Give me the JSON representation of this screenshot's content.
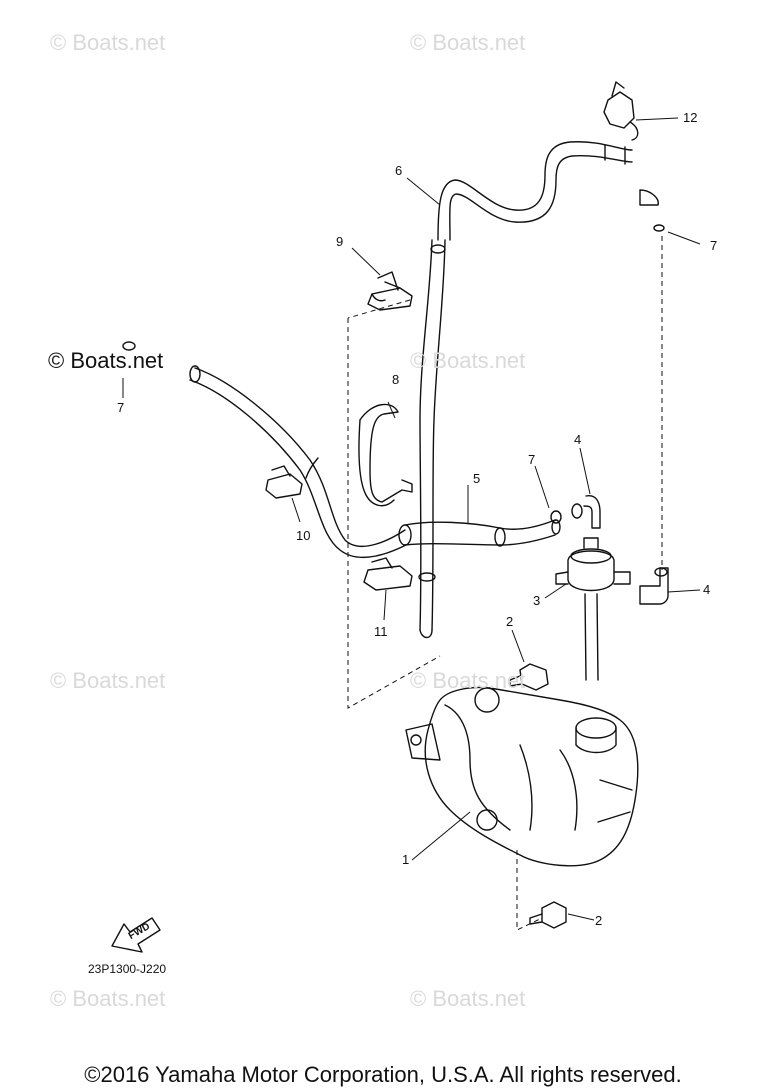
{
  "watermarks": {
    "top_left": "© Boats.net",
    "top_right": "© Boats.net",
    "mid_left": "© Boats.net",
    "mid_right": "© Boats.net",
    "low_left": "© Boats.net",
    "low_right": "© Boats.net",
    "bottom_left": "© Boats.net",
    "bottom_right": "© Boats.net"
  },
  "callouts": {
    "c12": "12",
    "c6": "6",
    "c7_right": "7",
    "c9": "9",
    "c7_left": "7",
    "c8": "8",
    "c4_top": "4",
    "c7_mid": "7",
    "c5": "5",
    "c10": "10",
    "c3": "3",
    "c4_right": "4",
    "c11": "11",
    "c2_top": "2",
    "c1": "1",
    "c2_bottom": "2"
  },
  "fwd_label": "FWD",
  "diagram_code": "23P1300-J220",
  "copyright": "©2016 Yamaha Motor Corporation, U.S.A. All rights reserved.",
  "colors": {
    "line": "#111111",
    "watermark": "#d9d9d9"
  }
}
